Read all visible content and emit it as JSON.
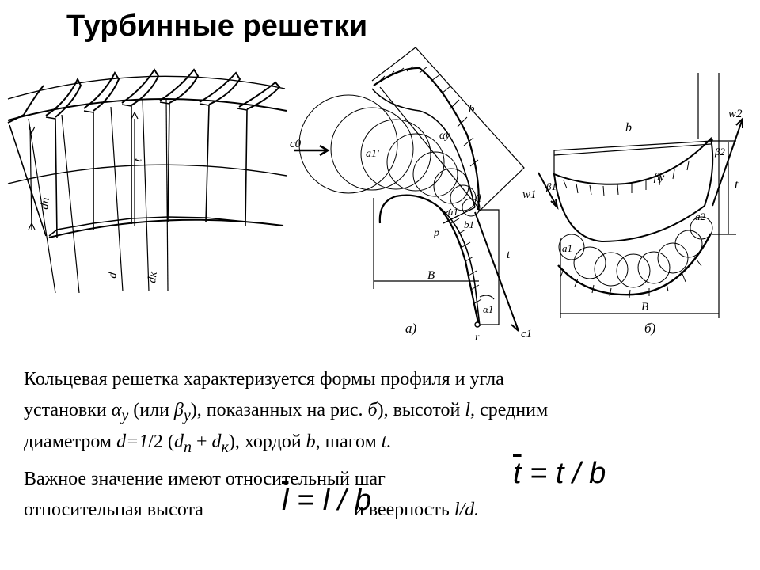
{
  "title": "Турбинные решетки",
  "figure": {
    "left_labels": {
      "dn": "dп",
      "t": "t",
      "d": "d",
      "dk": "dк"
    },
    "a_labels": {
      "c0": "c0",
      "c1": "c1",
      "b": "b",
      "a1p": "a1'",
      "ay": "αy",
      "a1": "a1",
      "b1": "b1",
      "q": "q",
      "p": "p",
      "t": "t",
      "B": "B",
      "alpha1": "α1",
      "r": "r",
      "caption": "а)"
    },
    "b_labels": {
      "b": "b",
      "w1": "w1",
      "w2": "w2",
      "beta1": "β1",
      "beta2": "β2",
      "betay": "βy",
      "t": "t",
      "a1": "a1",
      "a2": "a2",
      "B": "B",
      "caption": "б)"
    }
  },
  "text": {
    "line1": "Кольцевая решетка характеризуется формы профиля и угла",
    "line2_a": "установки ",
    "alpha": "α",
    "sub_y": "y",
    "line2_b": " (или ",
    "beta": "β",
    "line2_c": "), показанных на рис. ",
    "fig_ref": "б",
    "line2_d": "), высотой ",
    "l": "l,",
    "line2_e": " средним",
    "line3_a": "диаметром ",
    "line3_formula": "d=1",
    "line3_b": "/2 (",
    "dn": "d",
    "sub_n": "п",
    "plus": " + ",
    "dk": "d",
    "sub_k": "к",
    "line3_c": "), хордой ",
    "b": "b",
    "line3_d": ", шагом ",
    "t": "t.",
    "line4": "Важное значение имеют относительный шаг",
    "line5_a": "относительная высота",
    "line5_b": "и веерность ",
    "ld": "l/d."
  },
  "formulas": {
    "t_rel_bar": "t",
    "t_rel_rest": " = t / b",
    "l_rel_bar": "l",
    "l_rel_rest": " = l / b"
  }
}
